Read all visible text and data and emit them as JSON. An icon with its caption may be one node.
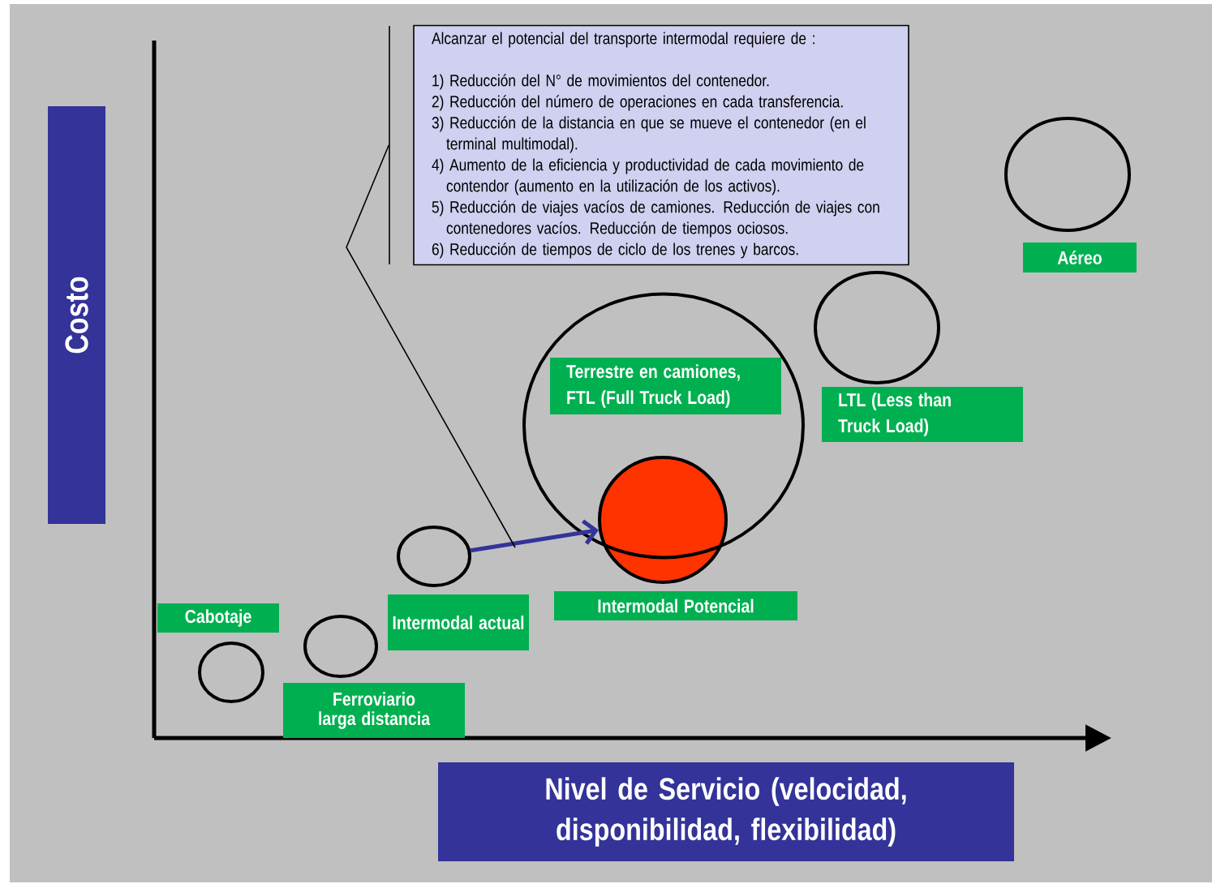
{
  "diagram": {
    "nodes": [
      {
        "text": [
          "Costo"
        ]
      },
      {
        "text": [
          "Alcanzar el potencial del transporte intermodal requiere de :",
          "1) Reducción del N° de movimientos del contenedor.",
          "2) Reducción del número de operaciones en cada transferencia.",
          "3) Reducción de la distancia en que se mueve el contenedor (en el terminal multimodal).",
          "4) Aumento de la eficiencia y productividad de cada movimiento de contendor (aumento en la utilización de los activos).",
          "5) Reducción de viajes vacíos de camiones. Reducción de viajes con contenedores vacíos. Reducción de tiempos ociosos.",
          "6) Reducción de tiempos de ciclo de los trenes y barcos."
        ]
      },
      {
        "text": [],
        "shape": "circle"
      },
      {
        "text": [
          "Aéreo"
        ]
      },
      {
        "text": [],
        "shape": "circle"
      },
      {
        "text": [
          "Terrestre en camiones, FTL (Full Truck Load)"
        ],
        "in": 4
      },
      {
        "text": [],
        "shape": "circle"
      },
      {
        "text": [
          "LTL (Less than Truck Load)"
        ]
      },
      {
        "text": [],
        "shape": "circle"
      },
      {
        "text": [
          "Intermodal Potencial"
        ]
      },
      {
        "text": [],
        "shape": "circle"
      },
      {
        "text": [
          "Intermodal actual"
        ]
      },
      {
        "text": [
          "Cabotaje"
        ]
      },
      {
        "text": [],
        "shape": "circle"
      },
      {
        "text": [],
        "shape": "circle"
      },
      {
        "text": [
          "Ferroviario larga distancia"
        ]
      },
      {
        "text": [
          "Nivel de Servicio (velocidad, disponibilidad, flexibilidad)"
        ]
      }
    ],
    "edges": [
      {
        "from": 10,
        "to": 8,
        "arrow": "to",
        "style": "thick",
        "color": "#333399"
      },
      {
        "from": 1,
        "to": null,
        "arrow": "none",
        "color": "#000000"
      }
    ]
  }
}
